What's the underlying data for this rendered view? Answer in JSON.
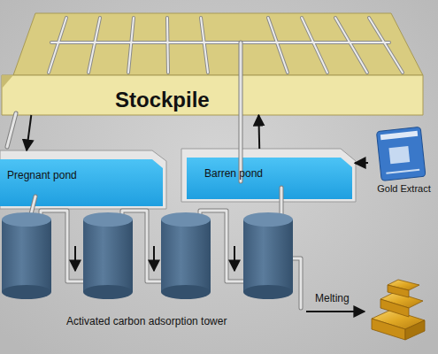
{
  "diagram": {
    "nodes": [
      {
        "text": [
          "Stockpile"
        ]
      },
      {
        "text": [
          "Pregnant pond"
        ]
      },
      {
        "text": [
          "Barren pond"
        ]
      },
      {
        "text": [
          "Gold Extract"
        ]
      }
    ],
    "edges": [
      {
        "from": 0,
        "to": 1,
        "arrow": "to"
      },
      {
        "from": 2,
        "to": 0,
        "arrow": "to"
      },
      {
        "from": 3,
        "to": 2,
        "arrow": "to"
      }
    ],
    "labels": [
      "Activated carbon adsorption tower",
      "Melting"
    ]
  }
}
